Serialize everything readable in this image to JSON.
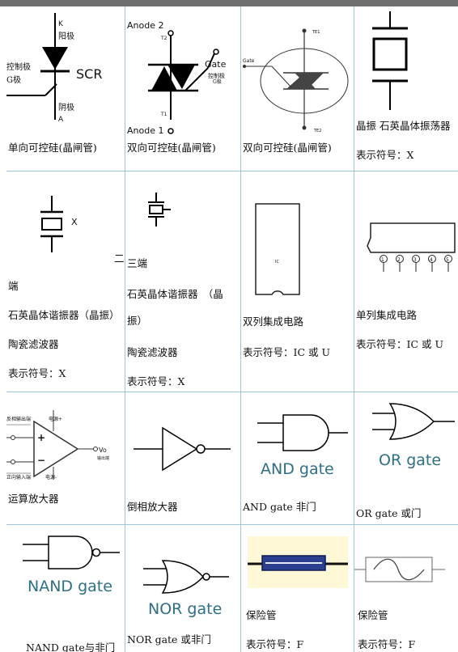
{
  "cells": {
    "scr": {
      "k_label": "K",
      "cathode_cn": "阳极",
      "gate_cn1": "控制极",
      "gate_cn2": "G极",
      "title": "SCR",
      "anode_cn": "阴极",
      "a_label": "A",
      "caption": "单向可控硅(晶闸管)"
    },
    "triac1": {
      "anode2": "Anode 2",
      "t2": "T2",
      "gate": "Gate",
      "gate_cn": "控制极",
      "gate_g": "G极",
      "t1": "T1",
      "anode1": "Anode 1",
      "caption": "双向可控硅(晶闸管)"
    },
    "triac2": {
      "te1": "TE1",
      "gate": "Gate",
      "te2": "TE2",
      "caption": "双向可控硅(晶闸管)"
    },
    "crystal": {
      "caption": "晶振  石英晶体振荡器",
      "symbol": "表示符号：X"
    },
    "resonator2": {
      "x_label": "X",
      "line1": "端",
      "line2": "石英晶体谐振器（晶振）",
      "line3": "陶瓷滤波器",
      "symbol": "表示符号：X",
      "overflow_char": "二"
    },
    "resonator3": {
      "line1": "三端",
      "line2": "石英晶体谐振器　（晶",
      "line2b": "振）",
      "line3": "陶瓷滤波器",
      "symbol": "表示符号：X"
    },
    "dip": {
      "ic_label": "IC",
      "caption": "双列集成电路",
      "symbol": "表示符号：IC 或 U"
    },
    "sip": {
      "pins": [
        "1",
        "2",
        "3",
        "4",
        "5"
      ],
      "caption": "单列集成电路",
      "symbol": "表示符号：IC 或 U"
    },
    "opamp": {
      "inv_in": "反相输出端",
      "power_pos": "电源+",
      "plus": "+",
      "minus": "−",
      "vo": "Vo",
      "out_cn": "输出端",
      "noninv_in": "正向输入端",
      "power_neg": "电源-",
      "caption": "运算放大器"
    },
    "inverter": {
      "caption": "倒相放大器"
    },
    "and": {
      "label": "AND gate",
      "caption": "AND  gate 非门"
    },
    "or": {
      "label": "OR gate",
      "caption": "OR  gate 或门"
    },
    "nand": {
      "label": "NAND gate",
      "caption": "NAND  gate与非门"
    },
    "nor": {
      "label": "NOR gate",
      "caption": "NOR  gate 或非门"
    },
    "fuse1": {
      "caption": "保险管",
      "symbol": "表示符号：F",
      "fill_color": "#2a3f8f",
      "band_color": "#fff8d6"
    },
    "fuse2": {
      "caption": "保险管",
      "symbol": "表示符号：F"
    }
  },
  "colors": {
    "grid_line": "#9fc6dc",
    "gate_text": "#2e6f86",
    "top_bar": "#6f6f6f"
  }
}
